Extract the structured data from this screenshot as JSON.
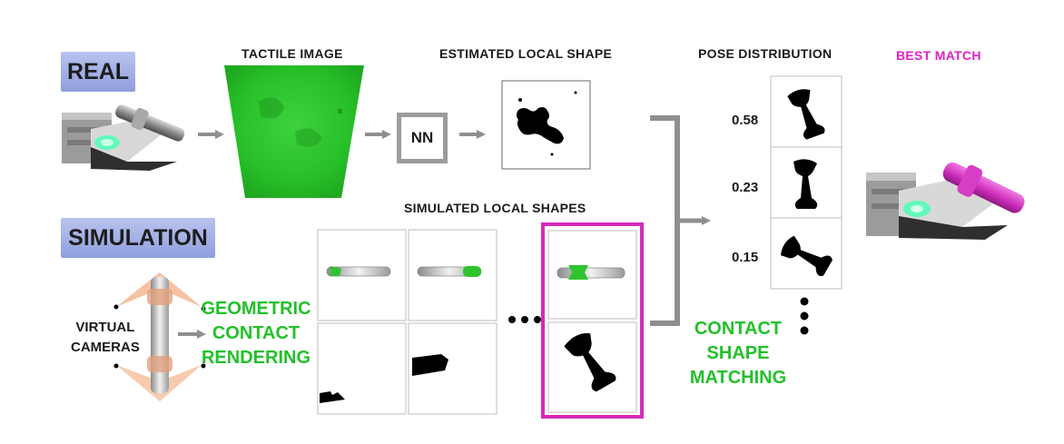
{
  "labels": {
    "real": "REAL",
    "simulation": "SIMULATION",
    "tactile_image": "TACTILE IMAGE",
    "estimated_local_shape": "ESTIMATED LOCAL SHAPE",
    "pose_distribution": "POSE DISTRIBUTION",
    "best_match": "BEST MATCH",
    "simulated_local_shapes": "SIMULATED LOCAL SHAPES",
    "nn": "NN",
    "virtual_cameras": [
      "VIRTUAL",
      "CAMERAS"
    ],
    "geometric_contact_rendering": [
      "GEOMETRIC",
      "CONTACT",
      "RENDERING"
    ],
    "contact_shape_matching": [
      "CONTACT",
      "SHAPE",
      "MATCHING"
    ]
  },
  "pose_probabilities": [
    "0.58",
    "0.23",
    "0.15"
  ],
  "colors": {
    "tag_fill": "#a6b3e8",
    "green_text": "#22c12a",
    "best_match_text": "#e021c8",
    "highlight_frame": "#d62ab8",
    "arrow": "#8f8f8f",
    "tactile_green": "#2fc42f"
  }
}
